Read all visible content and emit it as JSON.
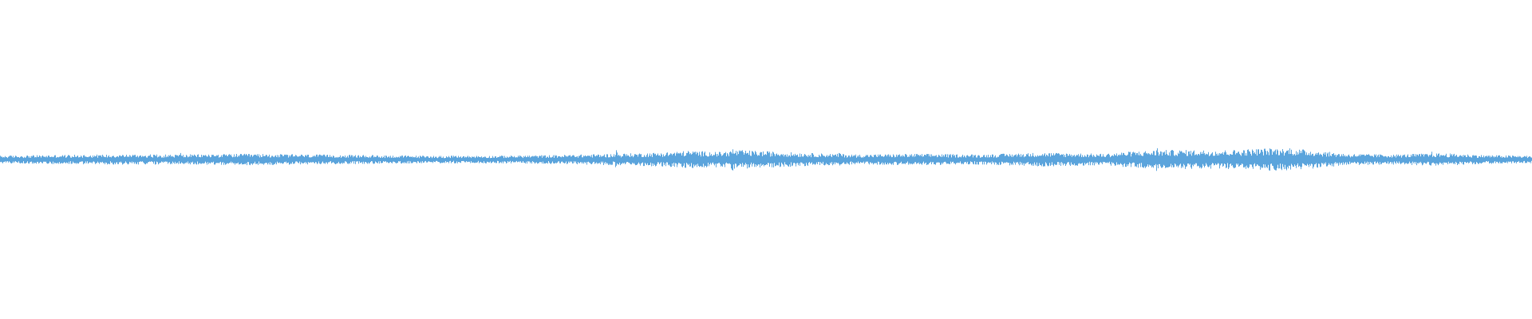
{
  "waveform": {
    "color": "#5ba4dc",
    "background": "#ffffff",
    "baseline_fraction": 0.5,
    "amplitude_profile": [
      [
        0.0,
        0.012
      ],
      [
        0.03,
        0.014
      ],
      [
        0.07,
        0.016
      ],
      [
        0.12,
        0.016
      ],
      [
        0.16,
        0.018
      ],
      [
        0.2,
        0.016
      ],
      [
        0.24,
        0.014
      ],
      [
        0.28,
        0.012
      ],
      [
        0.32,
        0.012
      ],
      [
        0.36,
        0.014
      ],
      [
        0.4,
        0.018
      ],
      [
        0.43,
        0.022
      ],
      [
        0.45,
        0.028
      ],
      [
        0.47,
        0.024
      ],
      [
        0.48,
        0.03
      ],
      [
        0.5,
        0.026
      ],
      [
        0.53,
        0.02
      ],
      [
        0.56,
        0.016
      ],
      [
        0.6,
        0.018
      ],
      [
        0.64,
        0.016
      ],
      [
        0.68,
        0.022
      ],
      [
        0.72,
        0.018
      ],
      [
        0.74,
        0.026
      ],
      [
        0.76,
        0.03
      ],
      [
        0.8,
        0.03
      ],
      [
        0.83,
        0.036
      ],
      [
        0.85,
        0.032
      ],
      [
        0.88,
        0.018
      ],
      [
        0.91,
        0.016
      ],
      [
        0.94,
        0.02
      ],
      [
        0.97,
        0.014
      ],
      [
        1.0,
        0.012
      ]
    ],
    "peak_spikes": [
      [
        0.118,
        0.028
      ],
      [
        0.402,
        0.036
      ],
      [
        0.444,
        0.032
      ],
      [
        0.478,
        0.04
      ],
      [
        0.548,
        0.03
      ],
      [
        0.755,
        0.046
      ],
      [
        0.842,
        0.052
      ],
      [
        0.934,
        0.03
      ]
    ]
  }
}
